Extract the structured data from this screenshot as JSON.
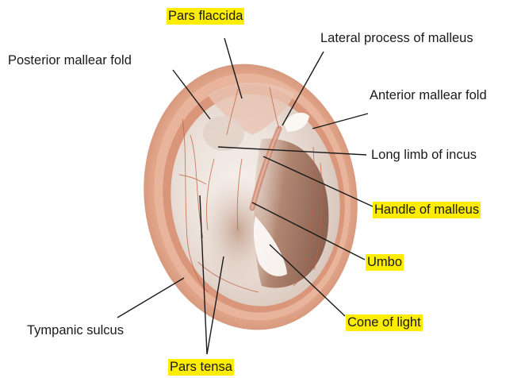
{
  "labels": {
    "pars_flaccida": "Pars flaccida",
    "lateral_process_of_malleus": "Lateral process of malleus",
    "posterior_mallear_fold": "Posterior mallear fold",
    "anterior_mallear_fold": "Anterior mallear fold",
    "long_limb_of_incus": "Long limb of incus",
    "handle_of_malleus": "Handle of malleus",
    "umbo": "Umbo",
    "cone_of_light": "Cone of light",
    "tympanic_sulcus": "Tympanic sulcus",
    "pars_tensa": "Pars tensa"
  },
  "colors": {
    "highlight": "#ffed00",
    "leader_line": "#1a1a1a",
    "annulus": "#d9967a",
    "membrane": "#ede3dc",
    "shadow": "#9c6d55",
    "vessel": "#c2603f"
  }
}
